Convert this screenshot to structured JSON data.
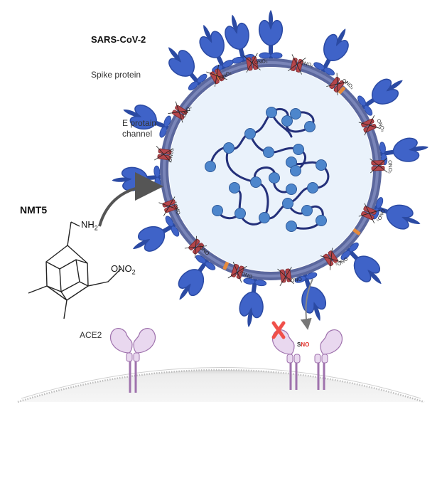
{
  "virus": {
    "name": "SARS-CoV-2"
  },
  "labels": {
    "spike": "Spike protein",
    "e_protein_line1": "E protain",
    "e_protein_line2": "channel",
    "receptor": "ACE2",
    "sno_s": "S",
    "sno_no": "NO",
    "ono2": "ONO₂"
  },
  "drug": {
    "name": "NMT5",
    "amine": "NH",
    "amine_sub": "2",
    "nitrate": "ONO",
    "nitrate_sub": "2"
  },
  "colors": {
    "spike_blue": "#3f63c8",
    "spike_dark": "#2b4aa3",
    "envelope": "#646fa6",
    "interior": "#eaf2fb",
    "rna": "#24307a",
    "nucleoprotein": "#4d86cc",
    "e_channel": "#e58a3c",
    "protein_red": "#b5454a",
    "ace2": "#e9d8ef",
    "ace2_edge": "#9f72ad",
    "block_x": "#f0504a",
    "sno_red": "#e0302a",
    "cell": "#ebebeb"
  }
}
